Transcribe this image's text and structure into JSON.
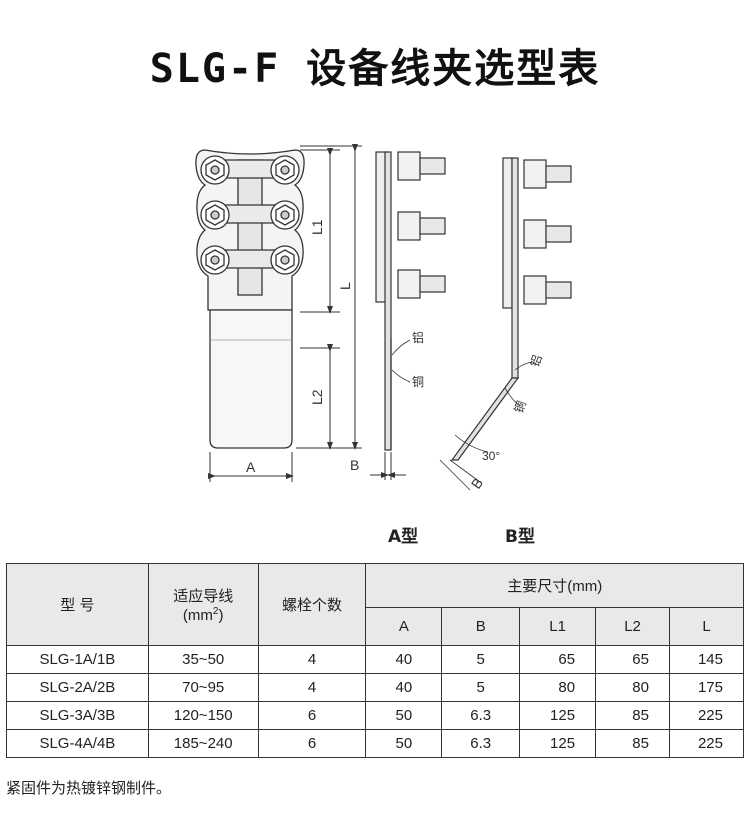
{
  "title": "SLG-F 设备线夹选型表",
  "drawing": {
    "dim_L1": "L1",
    "dim_L": "L",
    "dim_L2": "L2",
    "dim_A": "A",
    "dim_B_front": "B",
    "dim_B_angled": "B",
    "angle": "30°",
    "material_al_a": "铝",
    "material_cu_a": "铜",
    "material_al_b": "铝",
    "material_cu_b": "铜"
  },
  "type_labels": {
    "a": "A型",
    "b": "B型"
  },
  "table": {
    "headers": {
      "model": "型 号",
      "wire": "适应导线",
      "wire_unit_open": "(mm",
      "wire_unit_sup": "2",
      "wire_unit_close": ")",
      "bolts": "螺栓个数",
      "dims": "主要尺寸(mm)",
      "A": "A",
      "B": "B",
      "L1": "L1",
      "L2": "L2",
      "L": "L"
    },
    "rows": [
      {
        "model": "SLG-1A/1B",
        "wire": "35~50",
        "bolts": "4",
        "A": "40",
        "B": "5",
        "L1": "65",
        "L2": "65",
        "L": "145"
      },
      {
        "model": "SLG-2A/2B",
        "wire": "70~95",
        "bolts": "4",
        "A": "40",
        "B": "5",
        "L1": "80",
        "L2": "80",
        "L": "175"
      },
      {
        "model": "SLG-3A/3B",
        "wire": "120~150",
        "bolts": "6",
        "A": "50",
        "B": "6.3",
        "L1": "125",
        "L2": "85",
        "L": "225"
      },
      {
        "model": "SLG-4A/4B",
        "wire": "185~240",
        "bolts": "6",
        "A": "50",
        "B": "6.3",
        "L1": "125",
        "L2": "85",
        "L": "225"
      }
    ]
  },
  "footnote": "紧固件为热镀锌钢制件。"
}
